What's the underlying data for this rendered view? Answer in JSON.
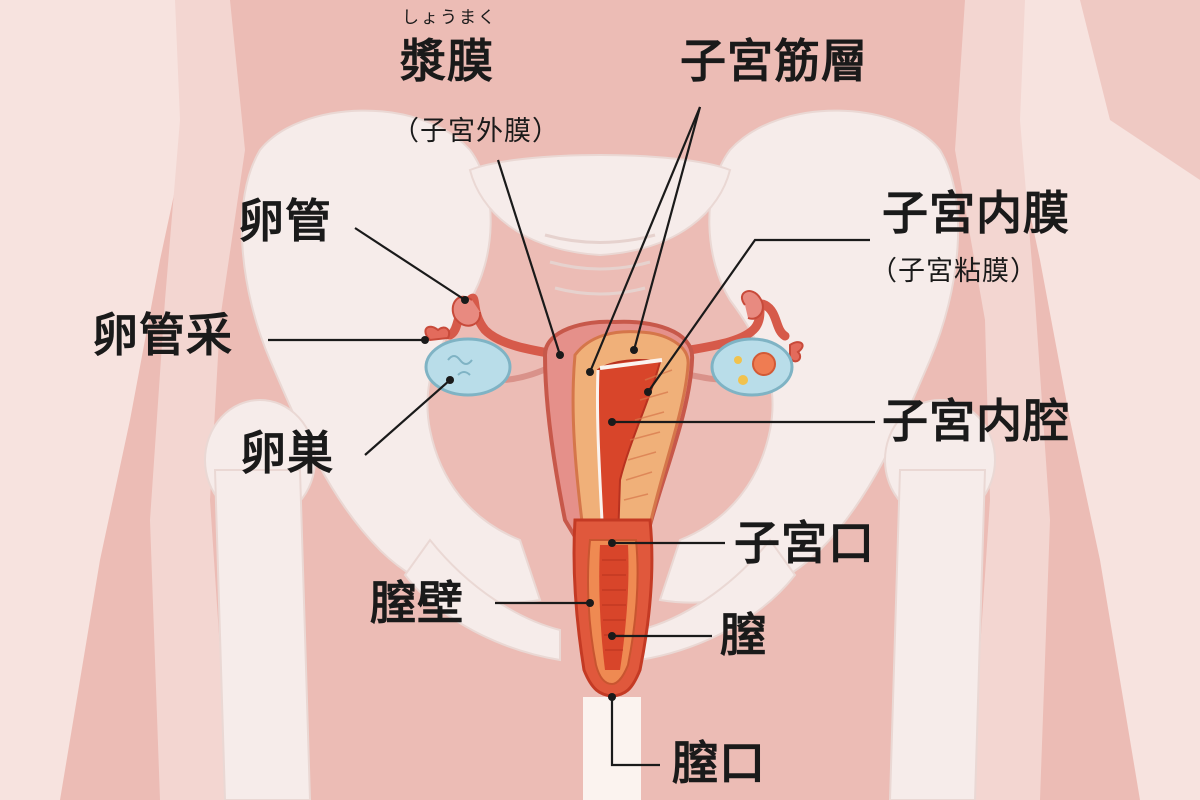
{
  "labels": {
    "serosa_ruby": "しょうまく",
    "serosa": "漿膜",
    "serosa_sub": "（子宮外膜）",
    "myometrium": "子宮筋層",
    "endometrium": "子宮内膜",
    "endometrium_sub": "（子宮粘膜）",
    "oviduct": "卵管",
    "fimbria": "卵管采",
    "ovary": "卵巣",
    "uterine_cavity": "子宮内腔",
    "cervix_os": "子宮口",
    "vaginal_wall": "膣壁",
    "vagina": "膣",
    "vaginal_opening": "膣口"
  },
  "colors": {
    "background": "#f7e3df",
    "body_pink": "#eab3ac",
    "bone": "#f6ecea",
    "uterus_outer": "#e08a86",
    "myometrium": "#f0b079",
    "cavity_red": "#d8452a",
    "ovary_blue": "#b9dde9",
    "leader_line": "#1a1a1a"
  }
}
